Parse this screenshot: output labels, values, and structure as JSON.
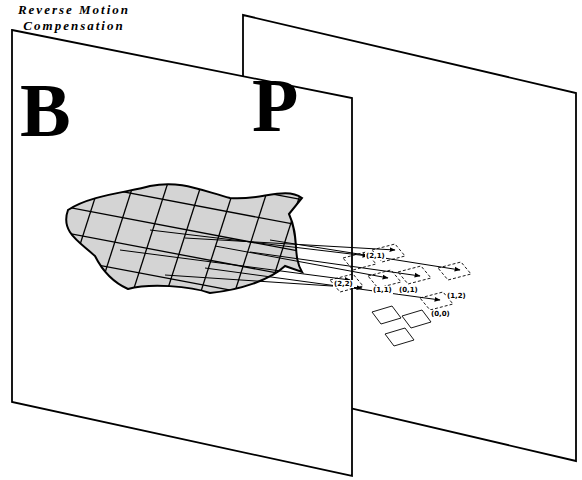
{
  "diagram": {
    "title": "Reverse Motion Compensation",
    "nodes": [
      {
        "text": [
          "B"
        ]
      },
      {
        "text": [
          "P"
        ]
      }
    ],
    "labels": [
      "(2,1)",
      "(2,2)",
      "(1,1)",
      "(0,1)",
      "(1,2)",
      "(0,0)"
    ]
  }
}
